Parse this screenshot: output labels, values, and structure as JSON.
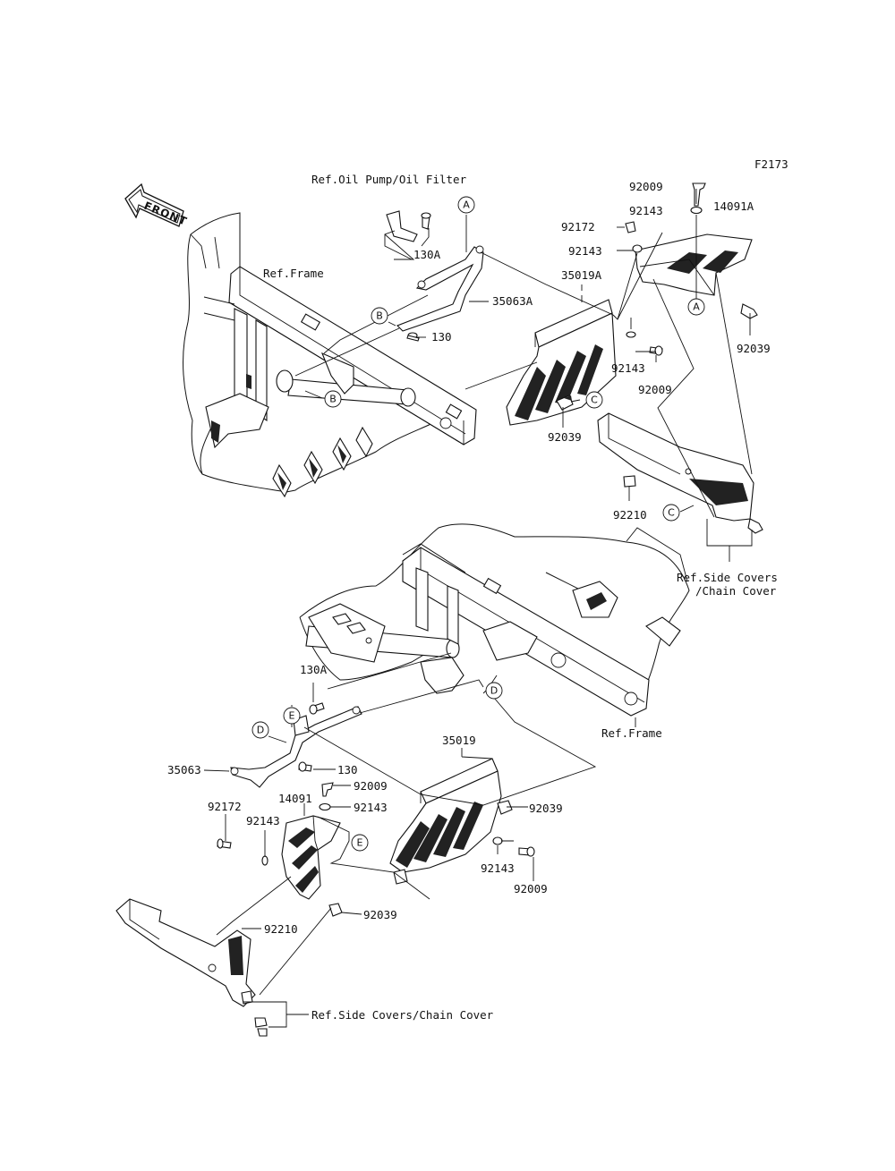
{
  "figure_id": "F2173",
  "front_marker": "FRONT",
  "upper_labels": {
    "ref_oil_pump": "Ref.Oil Pump/Oil Filter",
    "ref_frame": "Ref.Frame",
    "p130A": "130A",
    "p130": "130",
    "p35063A": "35063A",
    "p35019A": "35019A",
    "p92009_top": "92009",
    "p92143_top": "92143",
    "p14091A": "14091A",
    "p92172": "92172",
    "p92143_mid": "92143",
    "p92039_right": "92039",
    "p92143_low": "92143",
    "p92009_low": "92009",
    "p92039_mid": "92039",
    "p92210": "92210",
    "ref_side_covers_1": "Ref.Side Covers",
    "ref_side_covers_2": "/Chain Cover"
  },
  "lower_labels": {
    "p130A": "130A",
    "ref_frame": "Ref.Frame",
    "p35019": "35019",
    "p35063": "35063",
    "p130": "130",
    "p92009_a": "92009",
    "p92143_a": "92143",
    "p14091": "14091",
    "p92172": "92172",
    "p92143_b": "92143",
    "p92039_a": "92039",
    "p92143_c": "92143",
    "p92009_b": "92009",
    "p92039_b": "92039",
    "p92210": "92210",
    "ref_side_covers": "Ref.Side Covers/Chain Cover"
  },
  "callouts": {
    "a1": "A",
    "a2": "A",
    "b1": "B",
    "b2": "B",
    "c1": "C",
    "c2": "C",
    "d1": "D",
    "d2": "D",
    "e1": "E",
    "e2": "E"
  }
}
